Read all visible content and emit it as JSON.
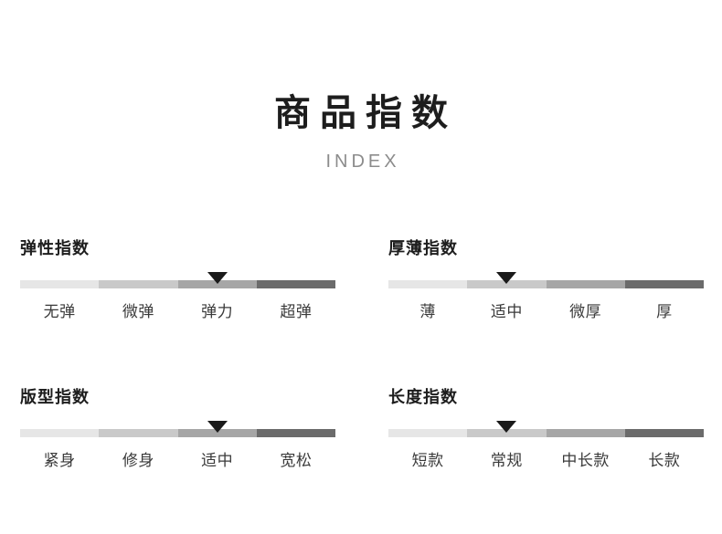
{
  "header": {
    "title": "商品指数",
    "subtitle": "INDEX"
  },
  "colors": {
    "segments": [
      "#e6e6e6",
      "#c9c9c9",
      "#a6a6a6",
      "#6b6b6b"
    ],
    "marker": "#1a1a1a",
    "title": "#1d1d1d",
    "subtitle": "#8c8c8c",
    "label": "#3a3a3a"
  },
  "indices": [
    {
      "name": "弹性指数",
      "labels": [
        "无弹",
        "微弹",
        "弹力",
        "超弹"
      ],
      "selected_index": 2,
      "marker_percent": 62.5
    },
    {
      "name": "厚薄指数",
      "labels": [
        "薄",
        "适中",
        "微厚",
        "厚"
      ],
      "selected_index": 1,
      "marker_percent": 37.5
    },
    {
      "name": "版型指数",
      "labels": [
        "紧身",
        "修身",
        "适中",
        "宽松"
      ],
      "selected_index": 2,
      "marker_percent": 62.5
    },
    {
      "name": "长度指数",
      "labels": [
        "短款",
        "常规",
        "中长款",
        "长款"
      ],
      "selected_index": 1,
      "marker_percent": 37.5
    }
  ]
}
